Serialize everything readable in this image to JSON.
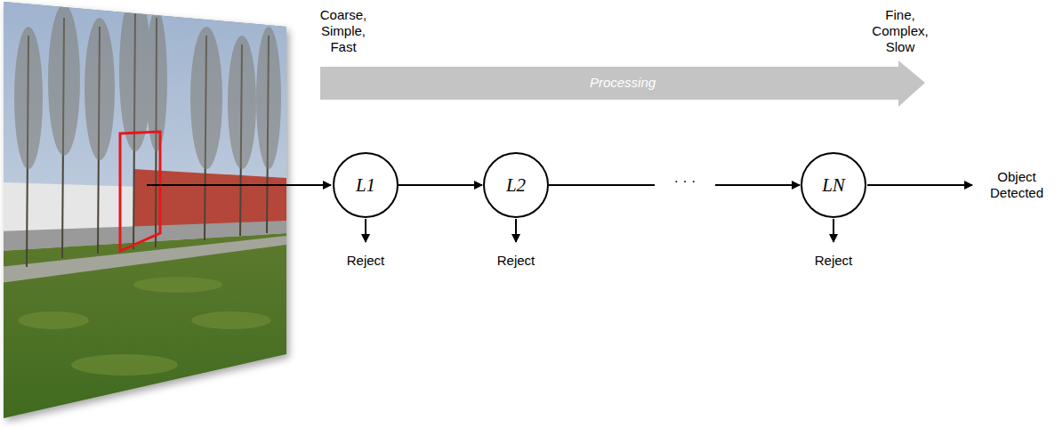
{
  "diagram": {
    "nodes": [
      {
        "text": [
          "L1"
        ]
      },
      {
        "text": [
          "L2"
        ]
      },
      {
        "text": [
          "LN"
        ]
      }
    ],
    "edges": [
      {
        "from": 0,
        "to": 1,
        "arrow": "to"
      },
      {
        "from": 1,
        "to": 2,
        "arrow": "to",
        "label": "· · ·"
      }
    ],
    "labels": [
      "Coarse, Simple, Fast",
      "Fine, Complex, Slow",
      "Processing",
      "Reject",
      "Reject",
      "Reject",
      "Object Detected"
    ]
  }
}
